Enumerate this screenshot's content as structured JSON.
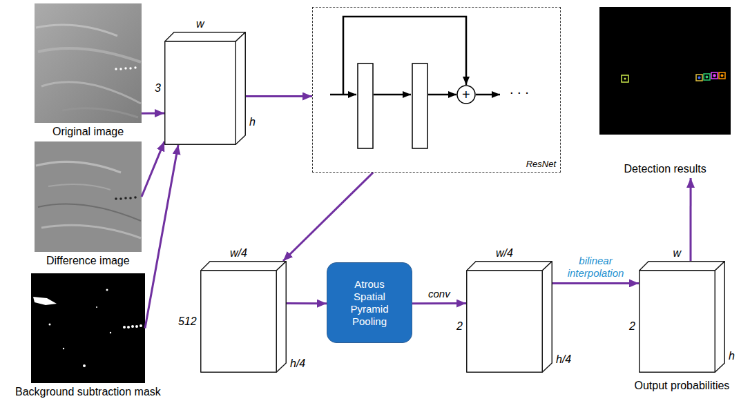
{
  "diagram": {
    "nodes": [
      {
        "text": [
          "Original image"
        ]
      },
      {
        "text": [
          "w",
          "3",
          "h"
        ]
      },
      {
        "text": [
          "ResNet"
        ]
      },
      {
        "text": [
          "Detection results"
        ]
      },
      {
        "text": [
          "Difference image"
        ]
      },
      {
        "text": [
          "Background subtraction mask"
        ]
      },
      {
        "text": [
          "w/4",
          "512",
          "h/4"
        ]
      },
      {
        "text": [
          "Atrous Spatial Pyramid Pooling"
        ]
      },
      {
        "text": [
          "w/4",
          "2",
          "h/4"
        ]
      },
      {
        "text": [
          "w",
          "2",
          "h",
          "Output probabilities"
        ]
      }
    ],
    "edges": [
      {
        "from": 0,
        "to": 1,
        "arrow": "to"
      },
      {
        "from": 4,
        "to": 1,
        "arrow": "to"
      },
      {
        "from": 5,
        "to": 1,
        "arrow": "to"
      },
      {
        "from": 1,
        "to": 2,
        "arrow": "to"
      },
      {
        "from": 2,
        "to": 6,
        "arrow": "to"
      },
      {
        "from": 6,
        "to": 7,
        "arrow": "to"
      },
      {
        "from": 7,
        "to": 8,
        "label": "conv",
        "arrow": "to"
      },
      {
        "from": 8,
        "to": 9,
        "label": "bilinear interpolation",
        "arrow": "to"
      },
      {
        "from": 9,
        "to": 3,
        "arrow": "to"
      }
    ],
    "labels": [
      "+",
      ". . ."
    ]
  }
}
